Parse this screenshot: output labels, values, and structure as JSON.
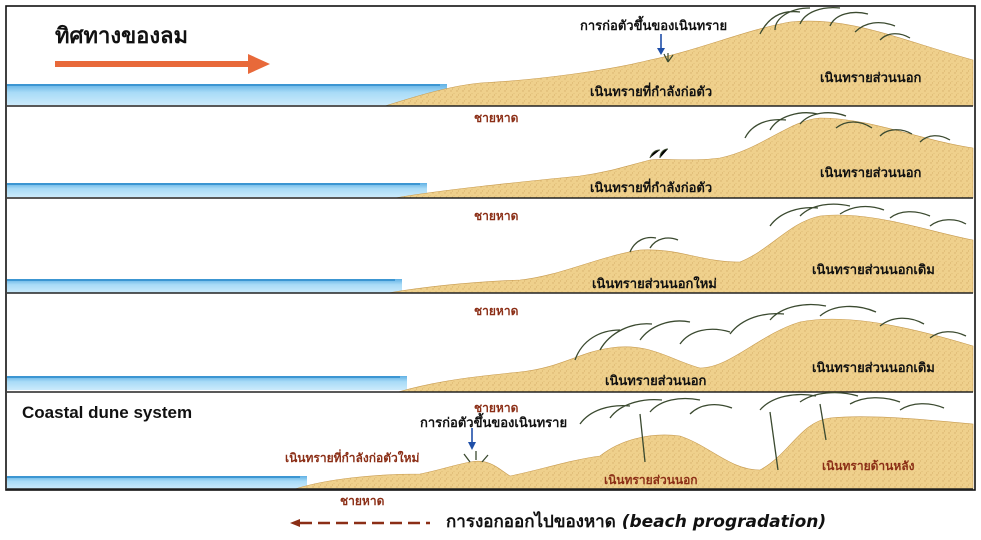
{
  "wind_label": "ทิศทางของลม",
  "system_label": "Coastal dune system",
  "legend_label": "การงอกออกไปของหาด",
  "legend_label_en": "(beach progradation)",
  "colors": {
    "sand": "#efd08c",
    "sand_shade": "#d9b467",
    "water": "#8fcbef",
    "water_edge": "#3c96d2",
    "arrow": "#e8693a",
    "brown_text": "#8b2e16",
    "tree": "#3b4a30"
  },
  "panels": [
    {
      "labels": {
        "dune_forming": "การก่อตัวขึ้นของเนินทราย",
        "developing_dune": "เนินทรายที่กำลังก่อตัว",
        "foredune": "เนินทรายส่วนนอก",
        "beach": "ชายหาด"
      }
    },
    {
      "labels": {
        "developing_dune": "เนินทรายที่กำลังก่อตัว",
        "foredune": "เนินทรายส่วนนอก",
        "beach": "ชายหาด"
      }
    },
    {
      "labels": {
        "new_foredune": "เนินทรายส่วนนอกใหม่",
        "old_foredune": "เนินทรายส่วนนอกเดิม",
        "beach": "ชายหาด"
      }
    },
    {
      "labels": {
        "foredune": "เนินทรายส่วนนอก",
        "old_foredune": "เนินทรายส่วนนอกเดิม",
        "beach": "ชายหาด"
      }
    },
    {
      "labels": {
        "dune_forming": "การก่อตัวขึ้นของเนินทราย",
        "developing_dune_new": "เนินทรายที่กำลังก่อตัวใหม่",
        "foredune": "เนินทรายส่วนนอก",
        "backdune": "เนินทรายด้านหลัง",
        "beach": "ชายหาด"
      }
    }
  ]
}
